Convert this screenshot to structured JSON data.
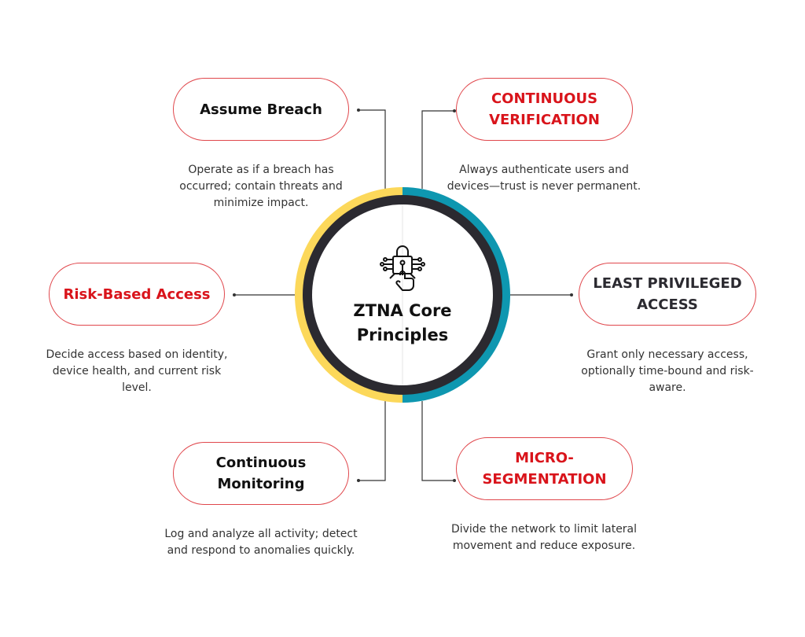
{
  "center": {
    "title_line1": "ZTNA Core",
    "title_line2": "Principles",
    "icon": "lock-circuit-hand-icon"
  },
  "colors": {
    "yellow": "#fcd85a",
    "teal": "#0e97b0",
    "dark": "#2b2a30",
    "red": "#d9141b",
    "border": "#e0474c"
  },
  "principles": [
    {
      "title": "Assume Breach",
      "desc": "Operate as if a breach has occurred; contain threats and minimize impact."
    },
    {
      "title": "CONTINUOUS VERIFICATION",
      "desc": "Always authenticate users and devices—trust is never permanent."
    },
    {
      "title": "Risk-Based Access",
      "desc": "Decide access based on identity, device health, and current risk level."
    },
    {
      "title": "LEAST PRIVILEGED ACCESS",
      "desc": "Grant only necessary access, optionally time-bound and risk-aware."
    },
    {
      "title": "Continuous Monitoring",
      "desc": "Log and analyze all activity; detect and respond to anomalies quickly."
    },
    {
      "title": "MICRO-SEGMENTATION",
      "desc": "Divide the network to limit lateral movement and reduce exposure."
    }
  ]
}
